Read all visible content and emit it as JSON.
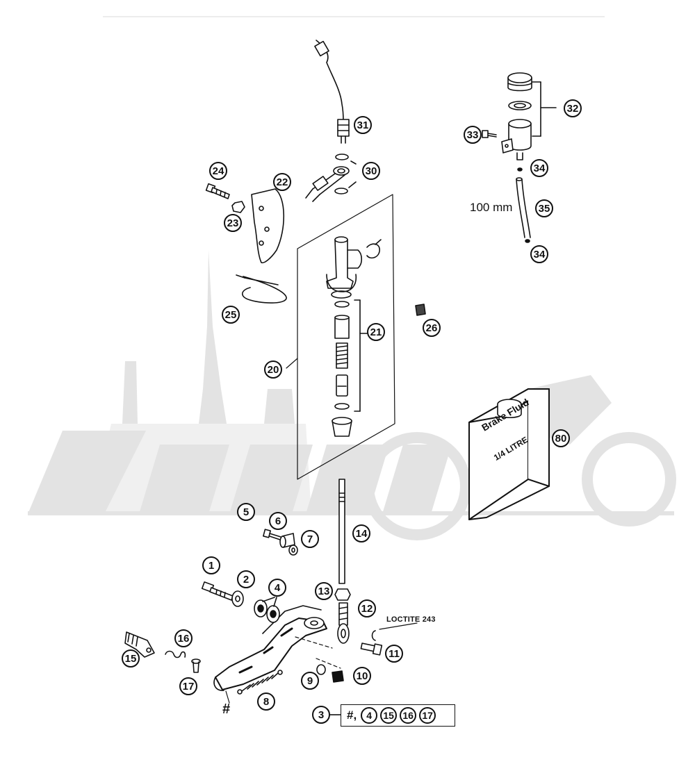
{
  "callouts": [
    {
      "id": "1"
    },
    {
      "id": "2"
    },
    {
      "id": "3"
    },
    {
      "id": "4"
    },
    {
      "id": "5"
    },
    {
      "id": "6"
    },
    {
      "id": "7"
    },
    {
      "id": "8"
    },
    {
      "id": "9"
    },
    {
      "id": "10"
    },
    {
      "id": "11"
    },
    {
      "id": "12"
    },
    {
      "id": "13"
    },
    {
      "id": "14"
    },
    {
      "id": "15"
    },
    {
      "id": "16"
    },
    {
      "id": "17"
    },
    {
      "id": "20"
    },
    {
      "id": "21"
    },
    {
      "id": "22"
    },
    {
      "id": "23"
    },
    {
      "id": "24"
    },
    {
      "id": "25"
    },
    {
      "id": "26"
    },
    {
      "id": "30"
    },
    {
      "id": "31"
    },
    {
      "id": "32"
    },
    {
      "id": "33"
    },
    {
      "id": "34"
    },
    {
      "id": "34"
    },
    {
      "id": "35"
    },
    {
      "id": "80"
    }
  ],
  "labels": {
    "hose_length": "100 mm",
    "loctite": "LOCTITE 243",
    "pedal_mark": "#"
  },
  "bottle": {
    "line1": "Brake Fluid",
    "line2": "1/4 LITRE"
  },
  "kit": {
    "prefix": "#,",
    "items": [
      "4",
      "15",
      "16",
      "17"
    ]
  },
  "colors": {
    "line": "#111111",
    "watermark": "#d9d9d9"
  }
}
